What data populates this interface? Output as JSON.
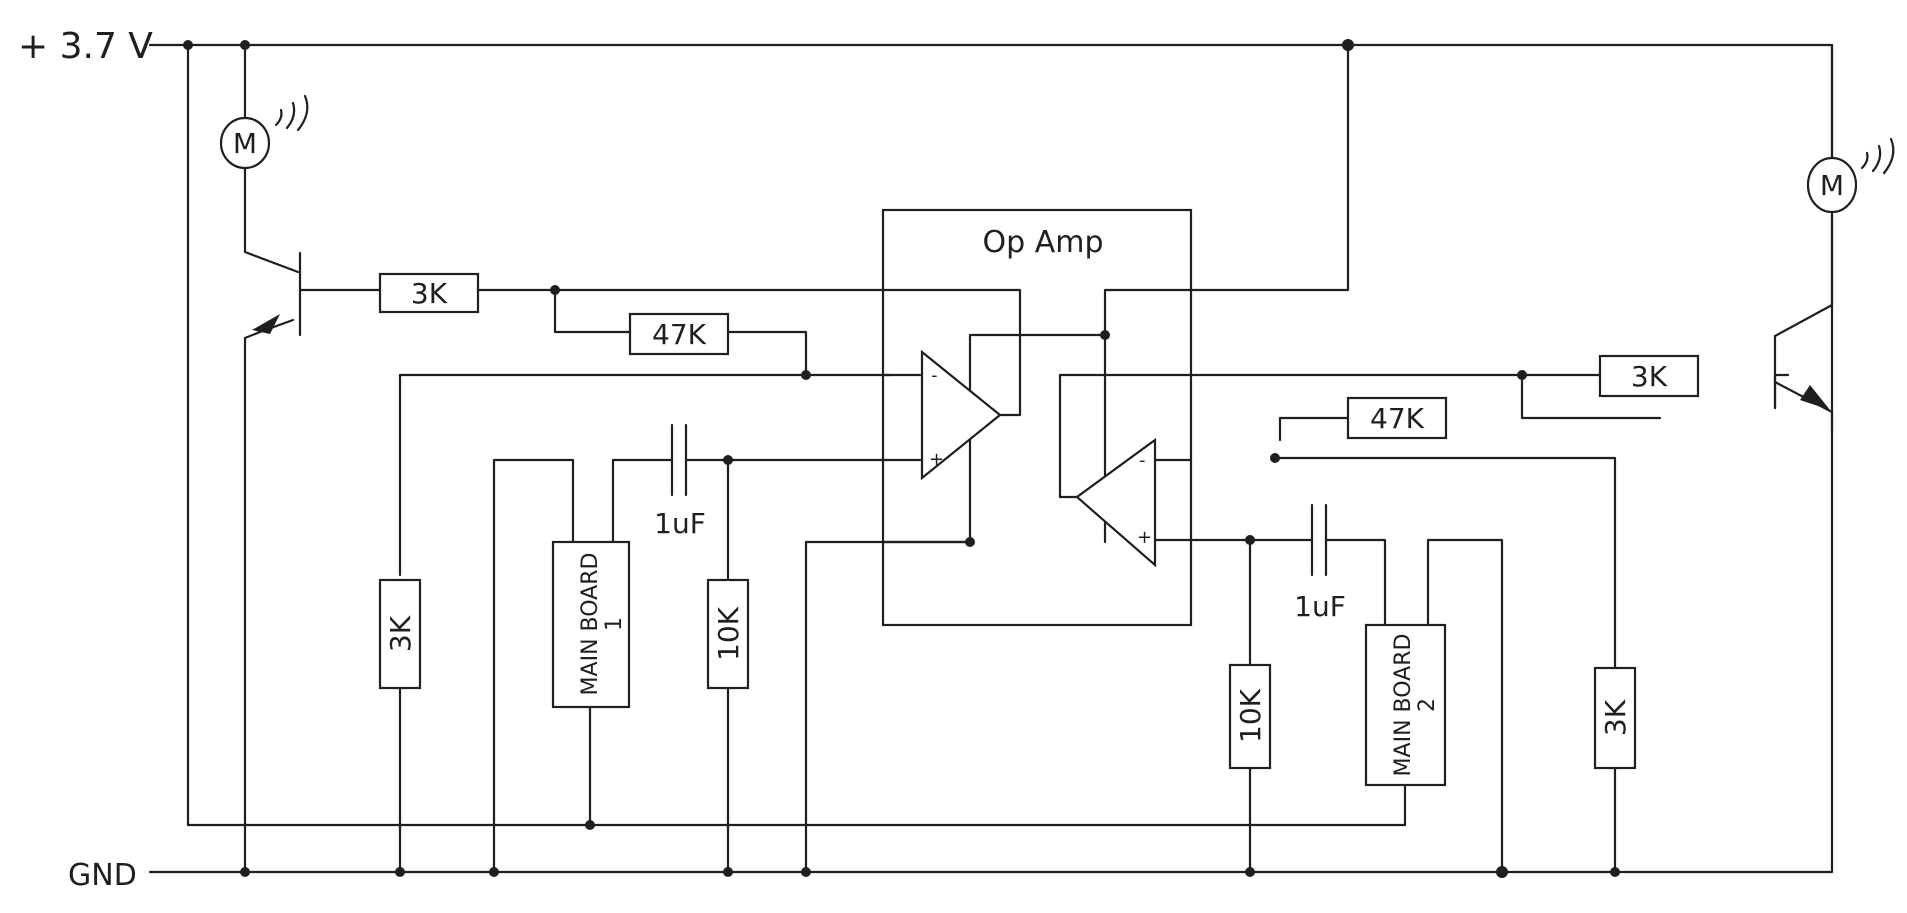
{
  "rails": {
    "supply_label": "+ 3.7 V",
    "ground_label": "GND"
  },
  "opamp": {
    "title": "Op Amp",
    "minus_sign": "-",
    "plus_sign": "+"
  },
  "components": {
    "motor_left": "M",
    "motor_right": "M",
    "r_base_left": "3K",
    "r_fb_left": "47K",
    "r_div_left": "3K",
    "main_board_1": [
      "MAIN BOARD",
      "1"
    ],
    "cap_left": "1uF",
    "r_bias_left": "10K",
    "r_base_right": "3K",
    "r_fb_right": "47K",
    "cap_right": "1uF",
    "r_bias_right": "10K",
    "main_board_2": [
      "MAIN BOARD",
      "2"
    ],
    "r_div_right": "3K"
  }
}
